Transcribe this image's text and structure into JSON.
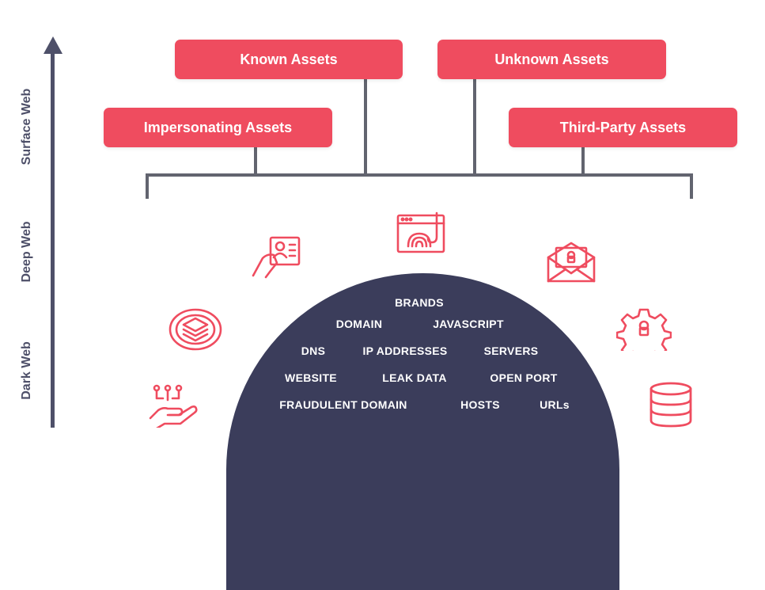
{
  "axis": {
    "labels": [
      "Surface Web",
      "Deep Web",
      "Dark Web"
    ]
  },
  "assets": {
    "known": "Known Assets",
    "unknown": "Unknown Assets",
    "impersonating": "Impersonating Assets",
    "third_party": "Third-Party Assets"
  },
  "surface_items": [
    "BRANDS",
    "DOMAIN",
    "JAVASCRIPT",
    "DNS",
    "IP ADDRESSES",
    "SERVERS",
    "WEBSITE",
    "LEAK DATA",
    "OPEN PORT",
    "FRAUDULENT DOMAIN",
    "HOSTS",
    "URLs"
  ],
  "icons": [
    "id-card-hand-icon",
    "fingerprint-phishing-icon",
    "email-lock-icon",
    "layers-stack-icon",
    "gear-lock-icon",
    "hand-network-icon",
    "database-icon"
  ],
  "colors": {
    "accent": "#ef4c5f",
    "dome": "#3b3d5b",
    "axis": "#4e5069",
    "connector": "#62646f"
  }
}
